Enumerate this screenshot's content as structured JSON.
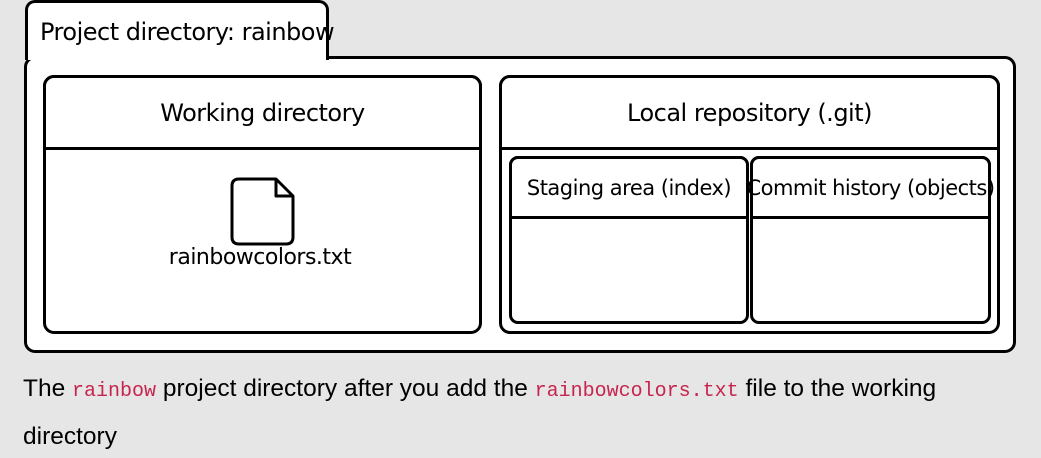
{
  "diagram": {
    "tab_label": "Project directory: rainbow",
    "working_directory": {
      "title": "Working directory",
      "file_name": "rainbowcolors.txt"
    },
    "local_repository": {
      "title": "Local repository (.git)",
      "staging_area": "Staging area (index)",
      "commit_history": "Commit history (objects)"
    }
  },
  "caption": {
    "part1": "The ",
    "code1": "rainbow",
    "part2": " project directory after you add the ",
    "code2": "rainbowcolors.txt",
    "part3": " file to the working directory"
  },
  "colors": {
    "background": "#e6e6e6",
    "code_text": "#c7254e",
    "box_fill": "#ffffff",
    "box_stroke": "#000000"
  }
}
